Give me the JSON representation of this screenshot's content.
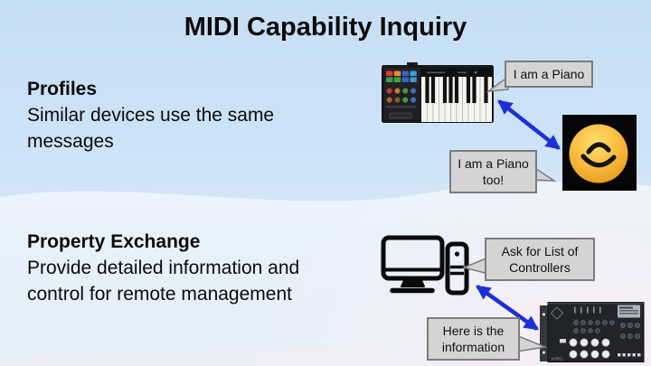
{
  "slide": {
    "title": "MIDI Capability Inquiry",
    "sections": [
      {
        "heading": "Profiles",
        "body": "Similar devices use the same messages"
      },
      {
        "heading": "Property Exchange",
        "body": "Provide detailed information and control for remote management"
      }
    ],
    "callouts": {
      "piano": "I am a Piano",
      "piano_too": "I am a Piano too!",
      "ask": "Ask for List of Controllers",
      "here": "Here is the information"
    },
    "images": {
      "keyboard": "midi-keyboard-controller",
      "logo": "smiley-face-logo",
      "computer": "desktop-computer",
      "module": "synth-rack-module",
      "module_brand": "KORG"
    },
    "colors": {
      "arrow": "#1d2fd8",
      "callout_bg": "#d4d4d4",
      "callout_border": "#7c7c7c",
      "background_top": "#c6def4",
      "logo_circle": "#f6b93b"
    }
  }
}
